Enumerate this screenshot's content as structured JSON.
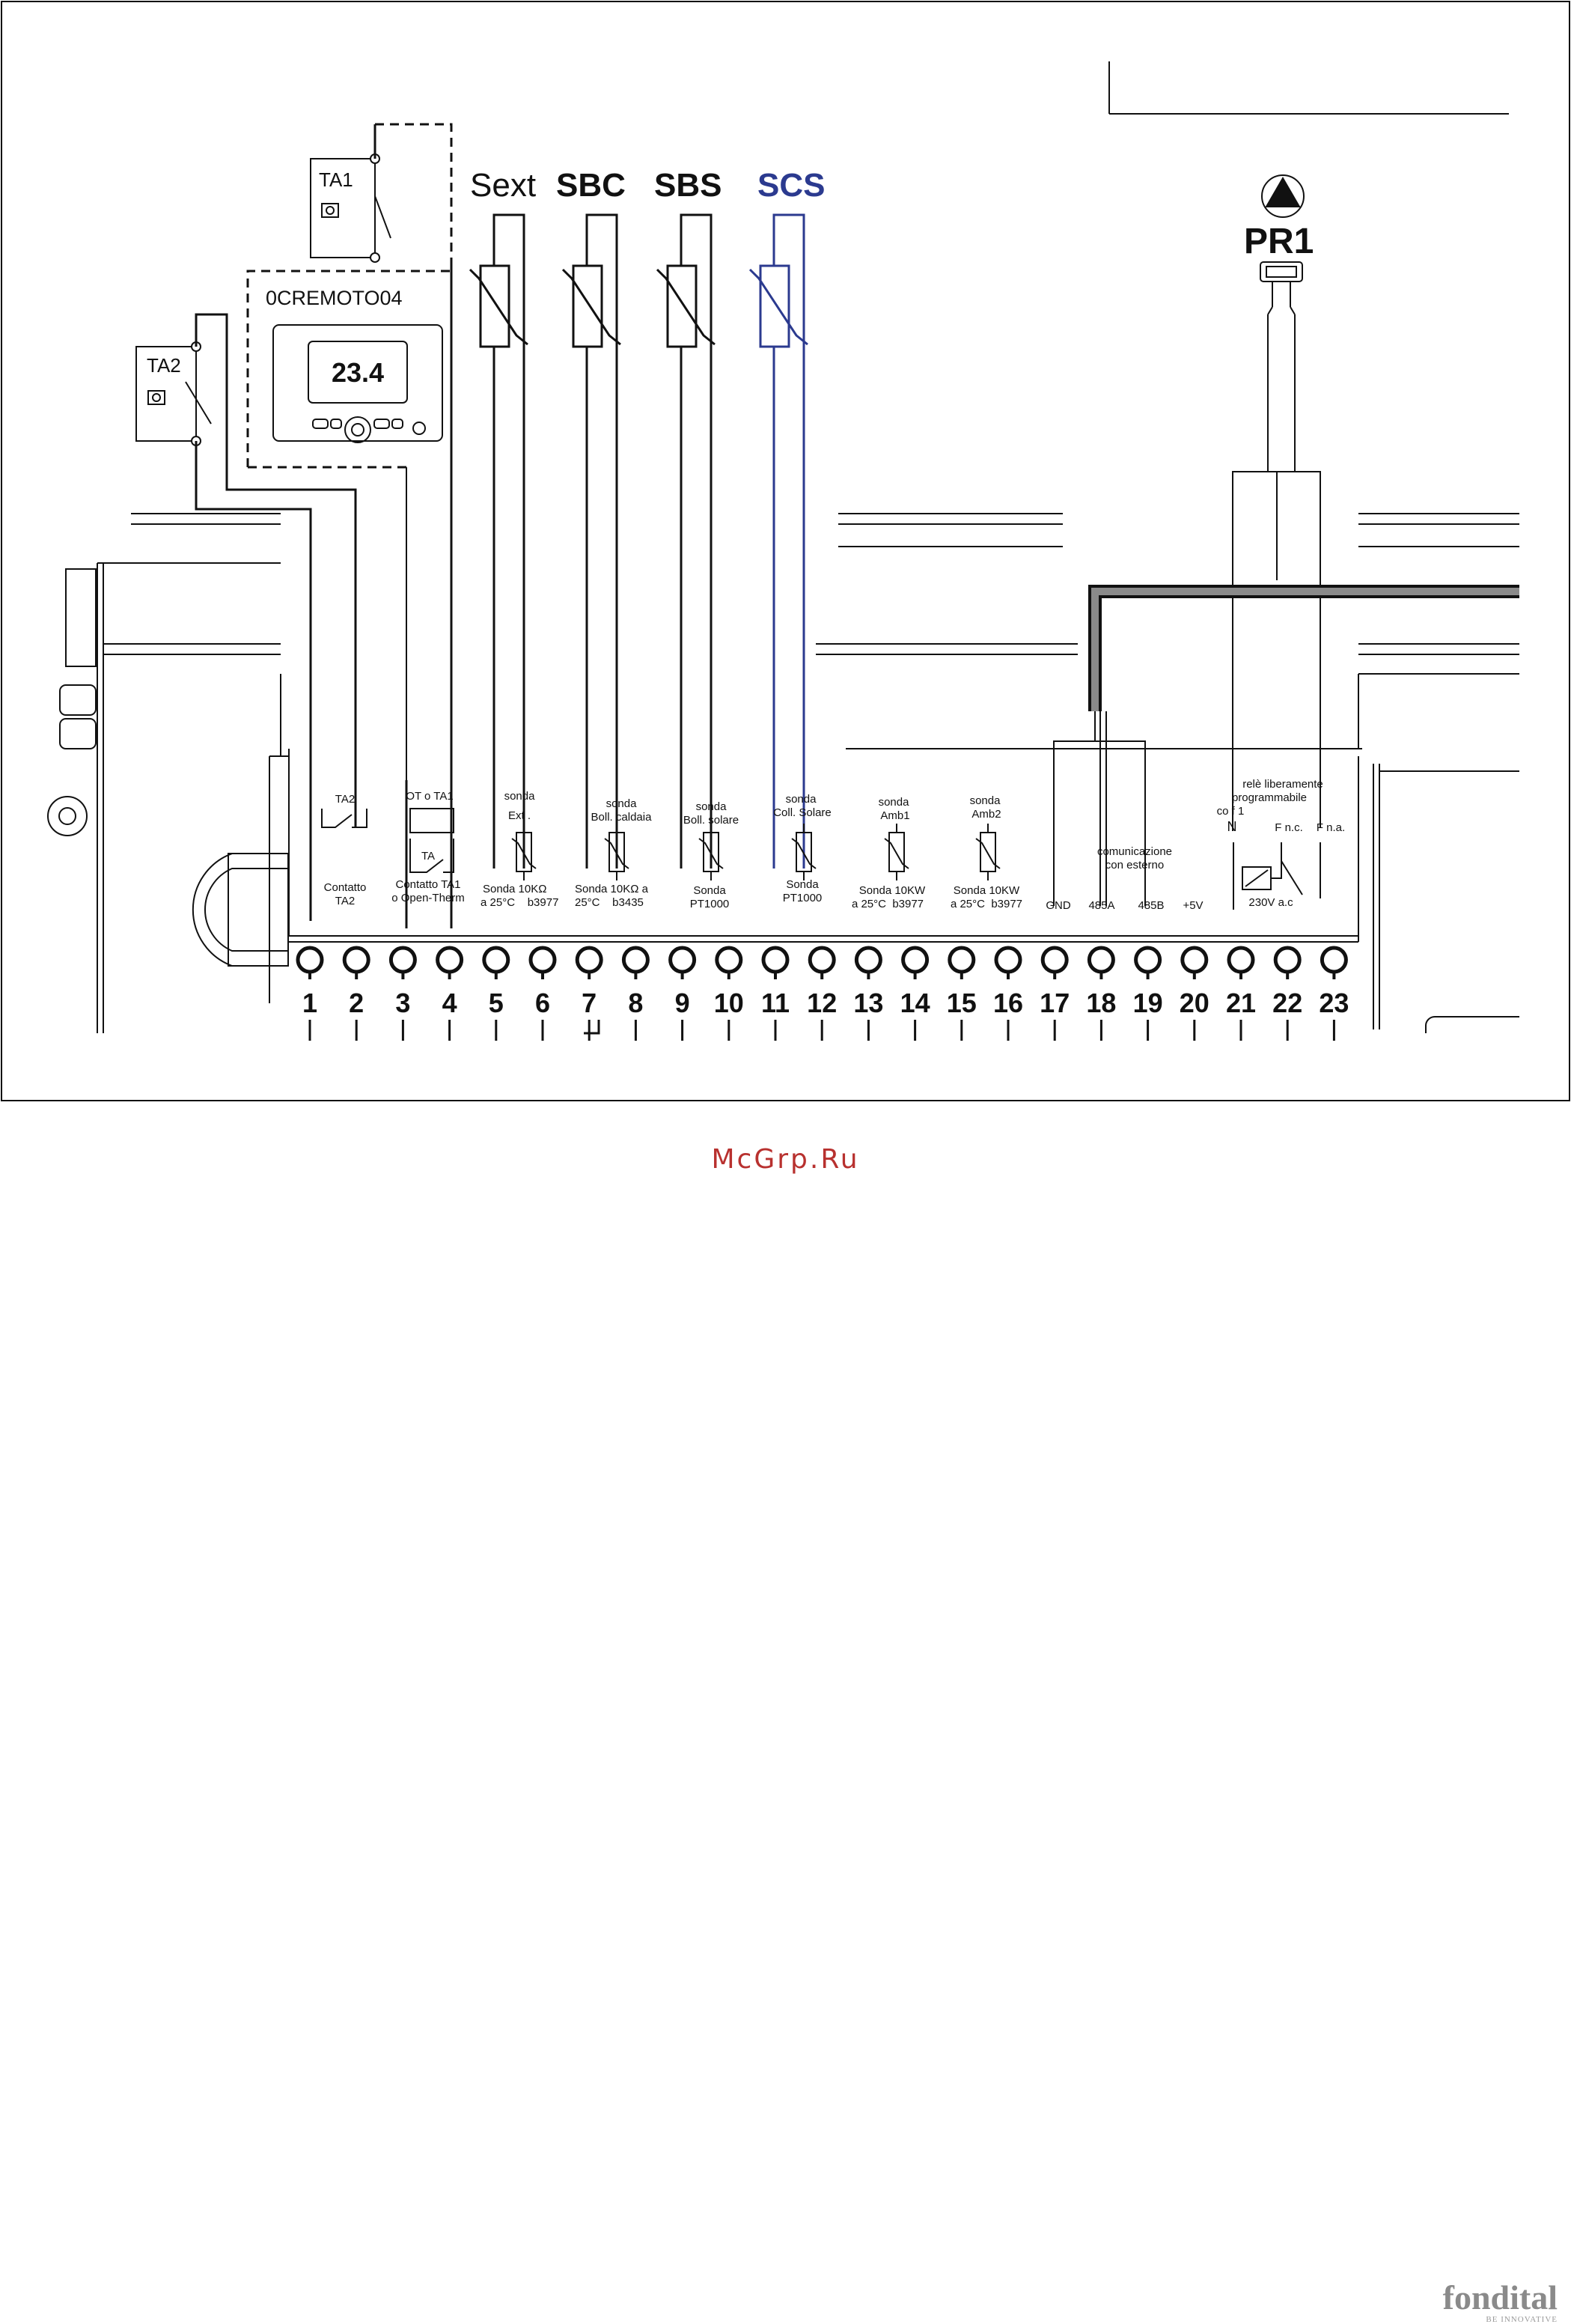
{
  "colors": {
    "line": "#111111",
    "scs_line": "#2b3a8f",
    "watermark": "#b8312f",
    "brand": "#8a8a8a"
  },
  "devices": {
    "ta1": "TA1",
    "ta2": "TA2",
    "remote": "0CREMOTO04",
    "remote_display": "23.4",
    "pump": "PR1"
  },
  "probes": {
    "sext": "Sext",
    "sbc": "SBC",
    "sbs": "SBS",
    "scs": "SCS"
  },
  "terminal_labels": {
    "t2_top": "TA2",
    "t2_bottom": [
      "Contatto",
      "TA2"
    ],
    "t34_top": "OT o TA1",
    "t34_ta": "TA",
    "t34_bottom": [
      "Contatto TA1",
      "o Open-Therm"
    ],
    "t56_top": [
      "sonda",
      "Ext ."
    ],
    "t56_bottom": [
      "Sonda 10KΩ",
      "a 25°C    b3977"
    ],
    "t78_top": [
      "sonda",
      "Boll. caldaia"
    ],
    "t78_bottom": [
      "Sonda 10KΩ a",
      "25°C    b3435"
    ],
    "t910_top": [
      "sonda",
      "Boll. solare"
    ],
    "t910_bottom": [
      "Sonda",
      "PT1000"
    ],
    "t1112_top": [
      "sonda",
      "Coll. Solare"
    ],
    "t1112_bottom": [
      "Sonda",
      "PT1000"
    ],
    "t1314_top": [
      "sonda",
      "Amb1"
    ],
    "t1314_bottom": [
      "Sonda 10KW",
      "a 25°C  b3977"
    ],
    "t1516_top": [
      "sonda",
      "Amb2"
    ],
    "t1516_bottom": [
      "Sonda 10KW",
      "a 25°C  b3977"
    ],
    "comm": [
      "comunicazione",
      "con esterno"
    ],
    "gnd": "GND",
    "a485": "485A",
    "b485": "485B",
    "v5": "+5V",
    "relay_title": [
      "relè liberamente",
      "programmabile"
    ],
    "cof1": "co f 1",
    "n": "N",
    "fnc": "F n.c.",
    "fna": "F n.a.",
    "voltage": "230V a.c"
  },
  "terminals": [
    "1",
    "2",
    "3",
    "4",
    "5",
    "6",
    "7",
    "8",
    "9",
    "10",
    "11",
    "12",
    "13",
    "14",
    "15",
    "16",
    "17",
    "18",
    "19",
    "20",
    "21",
    "22",
    "23"
  ],
  "watermark": "McGrp.Ru",
  "brand": {
    "name": "fondital",
    "tagline": "BE INNOVATIVE"
  }
}
